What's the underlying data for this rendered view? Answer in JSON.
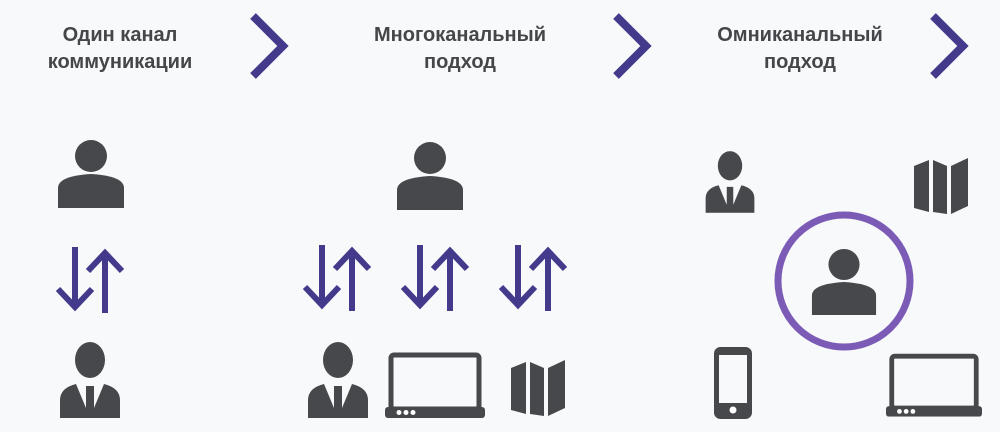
{
  "colors": {
    "background": "#f7f9fb",
    "text": "#454649",
    "icon": "#47484b",
    "accent": "#433a8c",
    "ring": "#7b5bb5"
  },
  "columns": [
    {
      "title_line1": "Один канал",
      "title_line2": "коммуникации",
      "icons": [
        "person-icon",
        "exchange-arrows-icon",
        "businessman-icon"
      ]
    },
    {
      "title_line1": "Многоканальный",
      "title_line2": "подход",
      "icons": [
        "person-icon",
        "exchange-arrows-icon",
        "exchange-arrows-icon",
        "exchange-arrows-icon",
        "businessman-icon",
        "laptop-icon",
        "map-icon"
      ]
    },
    {
      "title_line1": "Омниканальный",
      "title_line2": "подход",
      "icons": [
        "businessman-icon",
        "map-icon",
        "person-in-circle-icon",
        "smartphone-icon",
        "laptop-icon"
      ]
    }
  ],
  "separators": [
    "chevron-right-icon",
    "chevron-right-icon",
    "chevron-right-icon"
  ]
}
